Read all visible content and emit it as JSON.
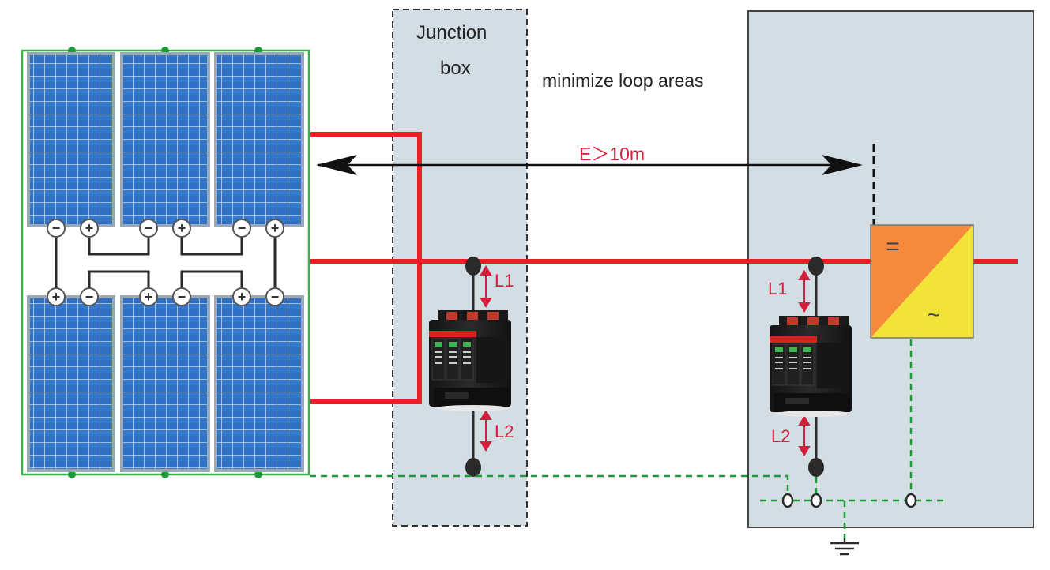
{
  "labels": {
    "junction_box_line1": "Junction",
    "junction_box_line2": "box",
    "loop_note": "minimize loop areas",
    "distance": "E＞10m",
    "jb_upper_gap": "L1",
    "jb_lower_gap": "L2",
    "inv_upper_gap": "L1",
    "inv_lower_gap": "L2"
  },
  "symbols": {
    "minus": "−",
    "plus": "+",
    "dc": "=",
    "ac": "~"
  },
  "icons": [
    "solar-panel-icon",
    "surge-protector-icon",
    "inverter-icon",
    "ground-icon"
  ],
  "colors": {
    "panel_blue": "#2f6fc4",
    "panel_frame": "#9aa7b5",
    "array_border": "#3cb04a",
    "dc_line": "#ee1c24",
    "earth_line": "#1f9a3a",
    "enclosure_fill": "#d3dde4",
    "gap_label": "#d21f3c",
    "inverter_orange": "#f58a3c",
    "inverter_yellow": "#f2e338"
  }
}
